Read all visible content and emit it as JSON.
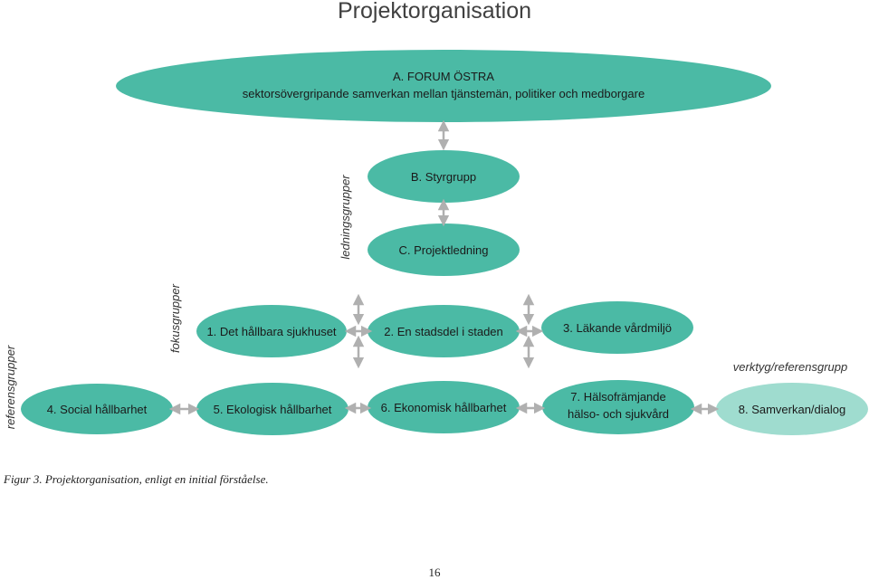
{
  "title": "Projektorganisation",
  "colors": {
    "node_fill": "#4bbaa5",
    "node_fill_light": "#9fdccf",
    "arrow": "#b0b0b0"
  },
  "nodes": {
    "forum": {
      "line1": "A.    FORUM ÖSTRA",
      "line2": "sektorsövergripande samverkan mellan tjänstemän, politiker och medborgare"
    },
    "styrgrupp": {
      "label": "B. Styrgrupp"
    },
    "projektledning": {
      "label": "C. Projektledning"
    },
    "sjukhuset": {
      "label": "1. Det hållbara sjukhuset"
    },
    "stadsdel": {
      "label": "2. En stadsdel i staden"
    },
    "vardmiljo": {
      "label": "3. Läkande vårdmiljö"
    },
    "social": {
      "label": "4. Social hållbarhet"
    },
    "ekologisk": {
      "label": "5. Ekologisk hållbarhet"
    },
    "ekonomisk": {
      "label": "6. Ekonomisk hållbarhet"
    },
    "halso": {
      "line1": "7. Hälsofrämjande",
      "line2": "hälso- och sjukvård"
    },
    "samverkan": {
      "label": "8. Samverkan/dialog"
    }
  },
  "group_labels": {
    "ledningsgrupper": "ledningsgrupper",
    "fokusgrupper": "fokusgrupper",
    "referensgrupper": "referensgrupper",
    "verktyg": "verktyg/referensgrupp"
  },
  "caption": "Figur 3. Projektorganisation, enligt en initial förståelse.",
  "page_number": "16"
}
